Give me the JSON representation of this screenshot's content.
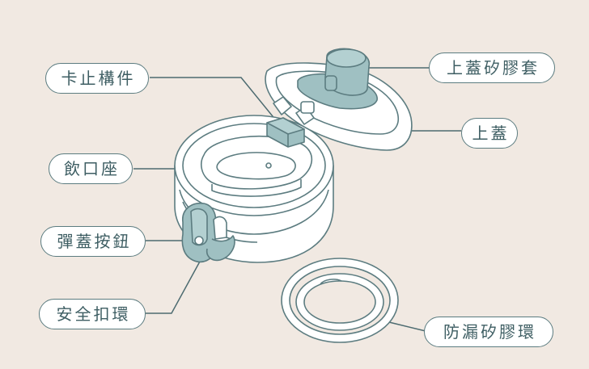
{
  "labels": {
    "latch": "卡止構件",
    "mouthpiece": "飲口座",
    "button": "彈蓋按鈕",
    "safety_ring": "安全扣環",
    "lid_silicone": "上蓋矽膠套",
    "lid": "上蓋",
    "leak_ring": "防漏矽膠環"
  },
  "colors": {
    "background": "#f1e9e2",
    "outline": "#5c7c80",
    "accent": "#9fc0c2",
    "fill": "#ffffff"
  }
}
